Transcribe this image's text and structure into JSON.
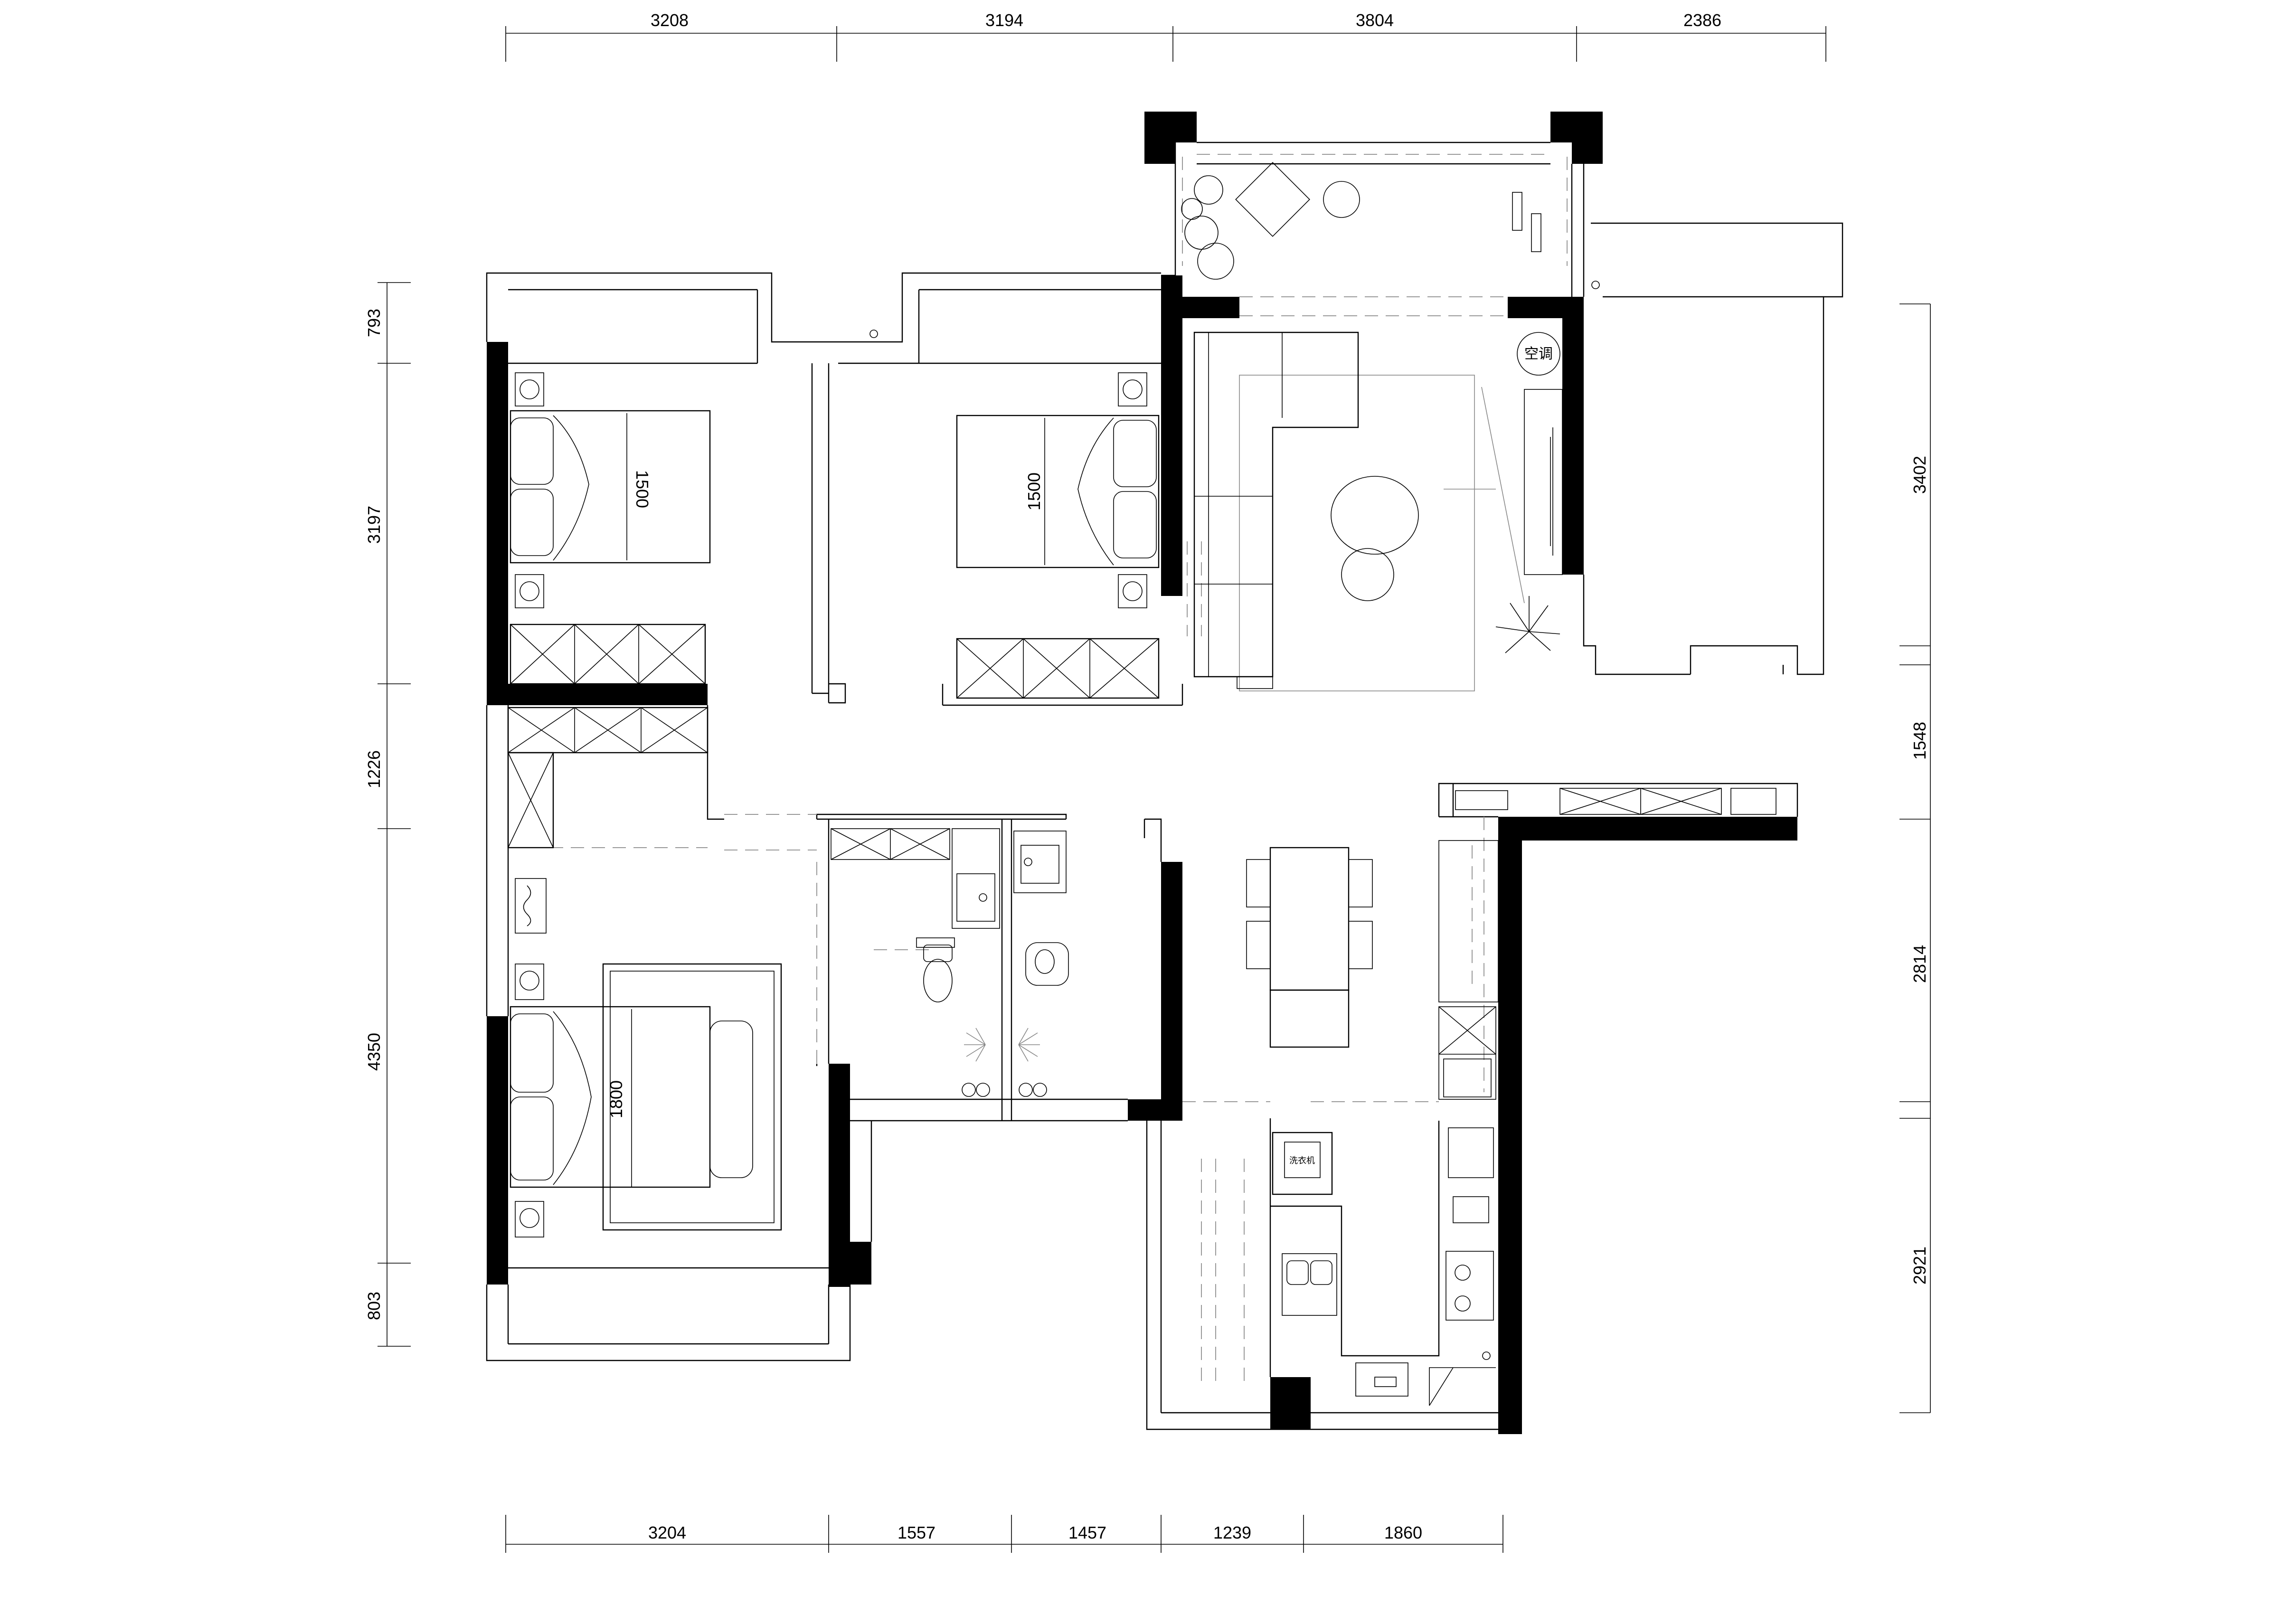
{
  "dimensions": {
    "top": [
      "3208",
      "3194",
      "3804",
      "2386"
    ],
    "bottom": [
      "3204",
      "1557",
      "1457",
      "1239",
      "1860"
    ],
    "left": [
      "793",
      "3197",
      "1226",
      "4350",
      "803"
    ],
    "right": [
      "3402",
      "1548",
      "2814",
      "2921"
    ]
  },
  "beds": {
    "bedroom1": "1500",
    "bedroom2": "1500",
    "master": "1800"
  },
  "labels": {
    "air_conditioner": "空调",
    "washing_machine": "洗衣机"
  }
}
